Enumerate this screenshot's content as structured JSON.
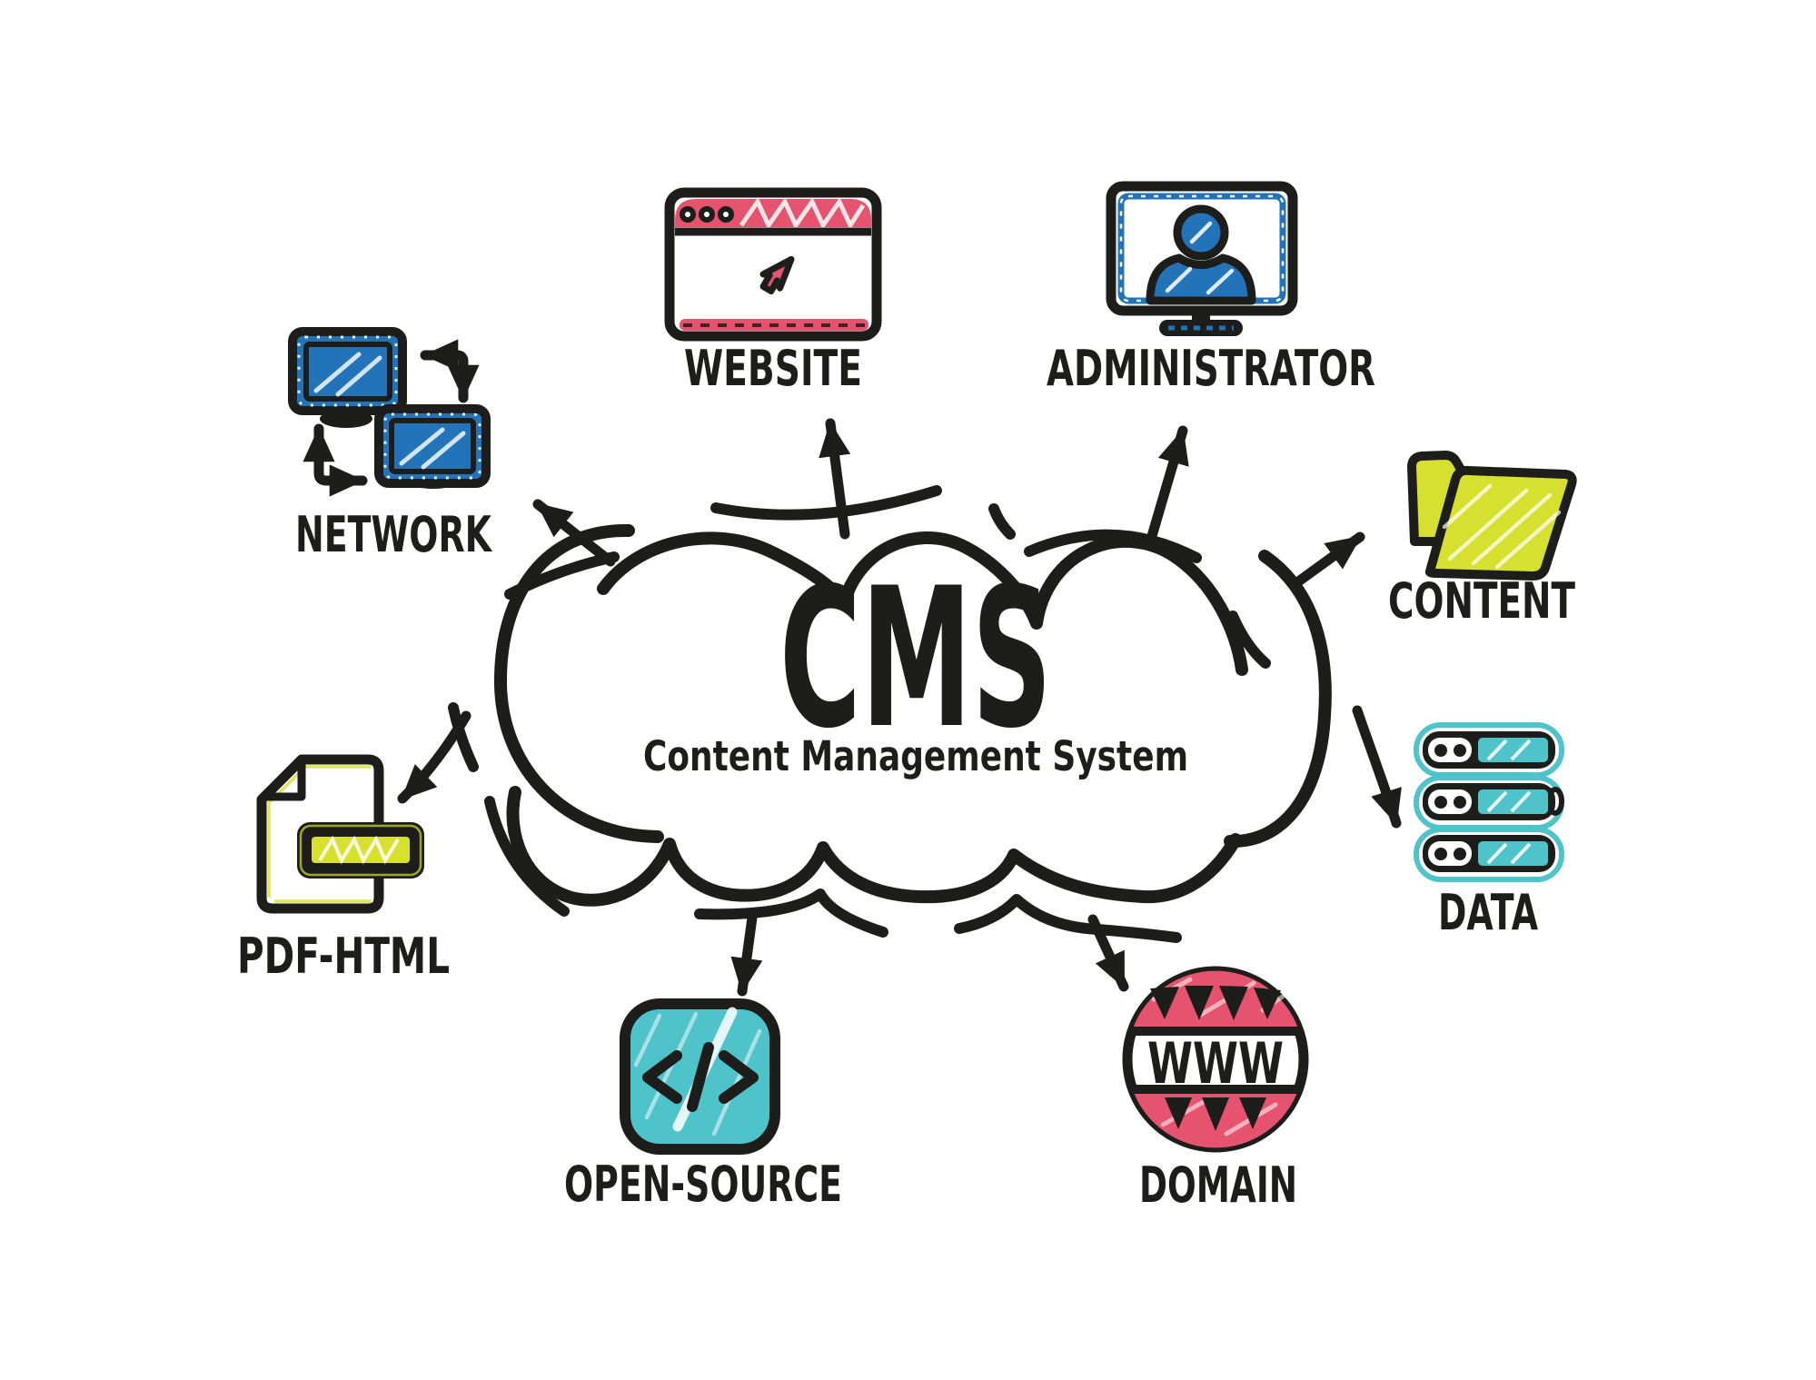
{
  "diagram": {
    "center": {
      "acronym": "CMS",
      "subtitle": "Content Management System"
    },
    "nodes": [
      {
        "id": "network",
        "label": "NETWORK",
        "icon": "linked-monitors-icon",
        "color": "#2273b8"
      },
      {
        "id": "website",
        "label": "WEBSITE",
        "icon": "browser-cursor-icon",
        "color": "#e5536e"
      },
      {
        "id": "administrator",
        "label": "ADMINISTRATOR",
        "icon": "monitor-user-icon",
        "color": "#2273b8"
      },
      {
        "id": "content",
        "label": "CONTENT",
        "icon": "open-folder-icon",
        "color": "#d7e02f"
      },
      {
        "id": "data",
        "label": "DATA",
        "icon": "server-stack-icon",
        "color": "#4fc3ca"
      },
      {
        "id": "domain",
        "label": "DOMAIN",
        "icon": "globe-www-icon",
        "color": "#e5536e",
        "icon_text": "WWW"
      },
      {
        "id": "open_source",
        "label": "OPEN-SOURCE",
        "icon": "code-brackets-icon",
        "color": "#4fc3ca"
      },
      {
        "id": "pdf_html",
        "label": "PDF-HTML",
        "icon": "document-icon",
        "color": "#d7e02f"
      }
    ],
    "connections": [
      {
        "from": "cms",
        "to": "network"
      },
      {
        "from": "cms",
        "to": "website"
      },
      {
        "from": "cms",
        "to": "administrator"
      },
      {
        "from": "cms",
        "to": "content"
      },
      {
        "from": "cms",
        "to": "data"
      },
      {
        "from": "cms",
        "to": "domain"
      },
      {
        "from": "cms",
        "to": "open_source"
      },
      {
        "from": "cms",
        "to": "pdf_html"
      }
    ],
    "colors": {
      "ink": "#1d1d1b",
      "red": "#e5536e",
      "blue": "#2273b8",
      "teal": "#4fc3ca",
      "yellow_green": "#d7e02f",
      "background": "#ffffff"
    }
  }
}
